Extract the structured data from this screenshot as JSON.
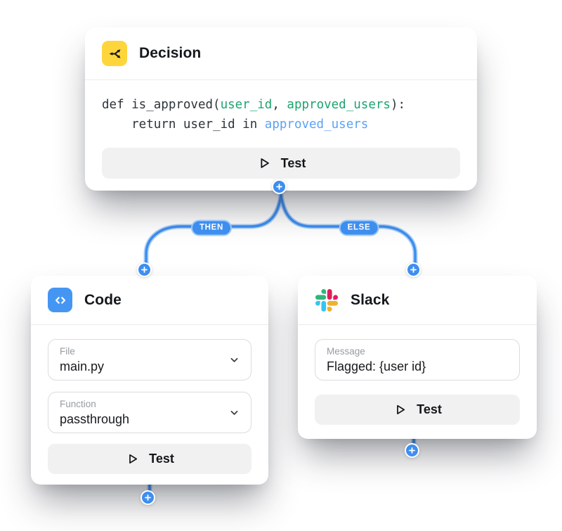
{
  "colors": {
    "accent_blue": "#3E8EF0",
    "connector_casing": "#AFD2F9",
    "decision_icon_bg": "#FFD53C",
    "code_icon_bg": "#4596F3",
    "code_token_green": "#1CA46E",
    "code_token_blue": "#5AA2F7",
    "slack_blue": "#36C5F0",
    "slack_green": "#2EB67D",
    "slack_red": "#E01E5A",
    "slack_yellow": "#ECB22E",
    "test_button_bg": "#F1F1F2"
  },
  "icons": {
    "decision": "split-arrows-icon",
    "code": "code-brackets-icon",
    "slack": "slack-logo-icon",
    "test": "play-icon",
    "dropdown": "chevron-down-icon",
    "add": "plus-icon"
  },
  "connectors": {
    "then_label": "THEN",
    "else_label": "ELSE"
  },
  "nodes": {
    "decision": {
      "title": "Decision",
      "code": {
        "line1": [
          {
            "text": "def is_approved(",
            "color": "default"
          },
          {
            "text": "user_id",
            "color": "green"
          },
          {
            "text": ", ",
            "color": "default"
          },
          {
            "text": "approved_users",
            "color": "green"
          },
          {
            "text": "):",
            "color": "default"
          }
        ],
        "line2": [
          {
            "text": "    return user_id in ",
            "color": "default"
          },
          {
            "text": "approved_users",
            "color": "blue"
          }
        ]
      },
      "test_label": "Test"
    },
    "code": {
      "title": "Code",
      "fields": [
        {
          "label": "File",
          "value": "main.py"
        },
        {
          "label": "Function",
          "value": "passthrough"
        }
      ],
      "test_label": "Test"
    },
    "slack": {
      "title": "Slack",
      "fields": [
        {
          "label": "Message",
          "value": "Flagged: {user id}"
        }
      ],
      "test_label": "Test"
    }
  }
}
